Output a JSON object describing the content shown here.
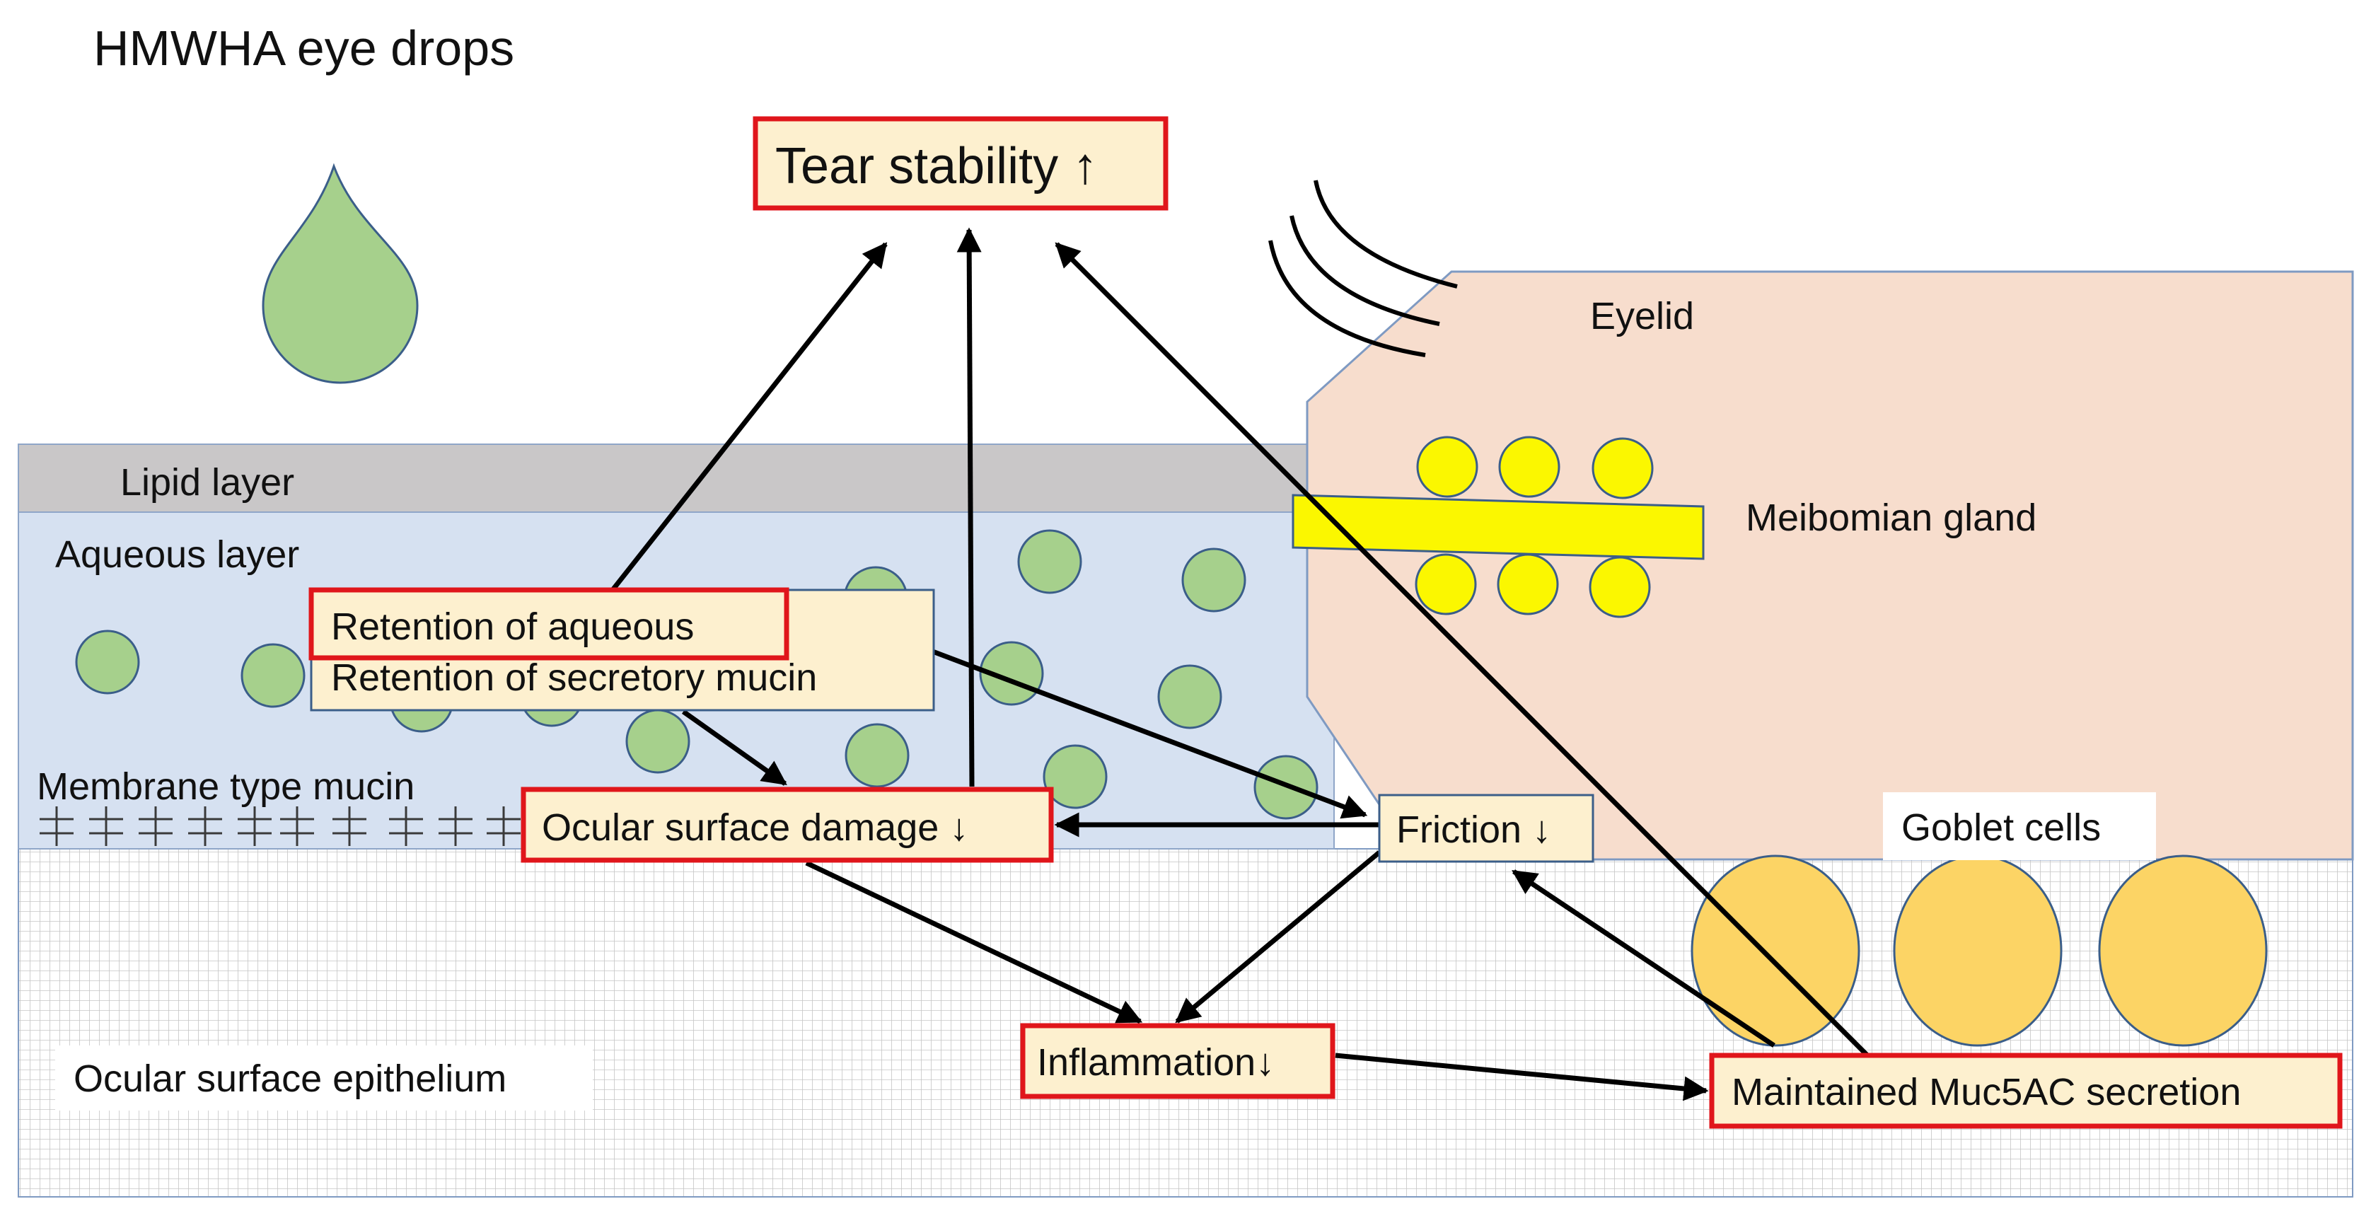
{
  "title": "HMWHA eye drops",
  "layers": {
    "lipid": "Lipid layer",
    "aqueous": "Aqueous layer",
    "membrane_mucin": "Membrane type mucin",
    "epithelium": "Ocular surface epithelium"
  },
  "structures": {
    "eyelid": "Eyelid",
    "meibomian": "Meibomian gland",
    "goblet": "Goblet cells"
  },
  "boxes": {
    "tear_stability": "Tear stability ↑",
    "retention_aqueous": "Retention of aqueous",
    "retention_mucin": "Retention of secretory mucin",
    "ocular_damage": "Ocular surface damage ↓",
    "friction": "Friction ↓",
    "inflammation": "Inflammation↓",
    "muc5ac": "Maintained Muc5AC secretion"
  },
  "colors": {
    "lipid": "#c9c7c8",
    "aqueous": "#d6e1f1",
    "drop": "#a6d08c",
    "eyelid": "#f7ddcd",
    "meibomian": "#fbf700",
    "goblet": "#fcd465",
    "box_fill": "#fdf0cf",
    "box_border_highlight": "#e0161b",
    "arrow": "#000000"
  }
}
